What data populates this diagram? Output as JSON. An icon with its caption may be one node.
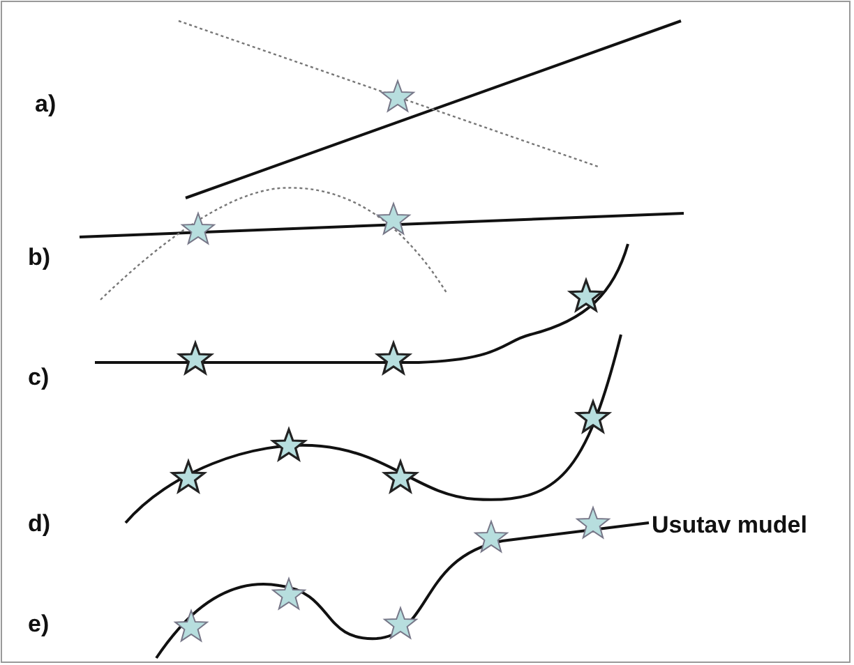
{
  "diagram": {
    "labels": [
      "a)",
      "b)",
      "c)",
      "d)",
      "e)",
      "Usutav mudel"
    ]
  }
}
